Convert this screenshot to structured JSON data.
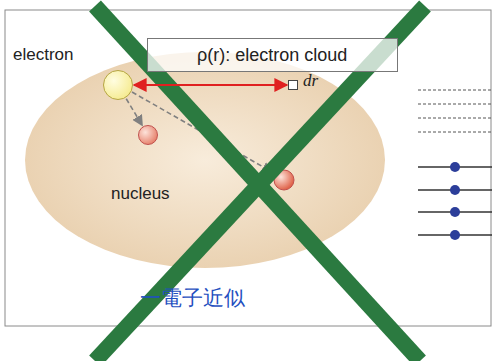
{
  "diagram": {
    "nodes": [
      {
        "text": [
          "ρ(r): electron cloud"
        ]
      },
      {
        "text": [
          "electron"
        ]
      },
      {
        "text": [
          "dr"
        ]
      },
      {
        "text": [
          "nucleus"
        ]
      }
    ],
    "edges": [
      {
        "from": 1,
        "to": 2,
        "arrow": "both"
      },
      {
        "from": 1,
        "to": 3,
        "arrow": "to"
      }
    ],
    "labels": [
      "一電子近似"
    ]
  }
}
